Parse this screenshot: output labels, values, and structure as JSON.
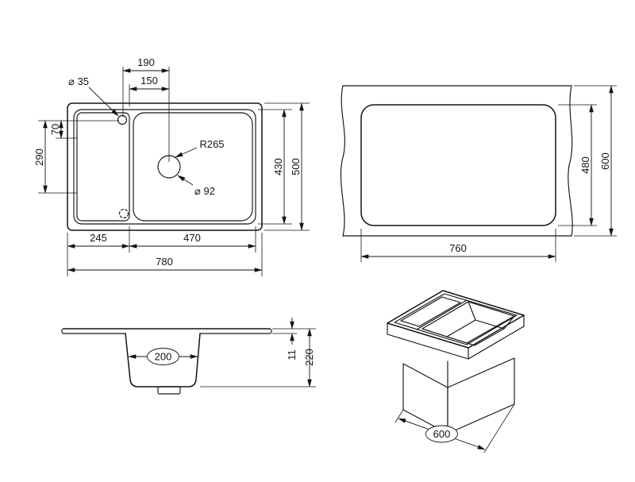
{
  "page": {
    "background": "#ffffff",
    "line_color": "#141414"
  },
  "plan_view": {
    "labels": {
      "width_top_1": "190",
      "width_top_2": "150",
      "tap_hole_diameter": "⌀ 35",
      "bowl_corner_radius": "R265",
      "drain_diameter": "⌀ 92",
      "left_height_1": "290",
      "left_height_2": "70",
      "right_height_inner": "430",
      "right_height_outer": "500",
      "bottom_width_1": "245",
      "bottom_width_2": "470",
      "bottom_width_total": "780"
    }
  },
  "cutout_view": {
    "labels": {
      "cutout_width": "760",
      "cutout_height": "480",
      "worktop_depth": "600"
    }
  },
  "section_view": {
    "labels": {
      "bowl_width": "200",
      "rim_thickness": "11",
      "bowl_depth": "220"
    }
  },
  "iso_view": {
    "labels": {
      "cabinet_width": "600"
    }
  }
}
